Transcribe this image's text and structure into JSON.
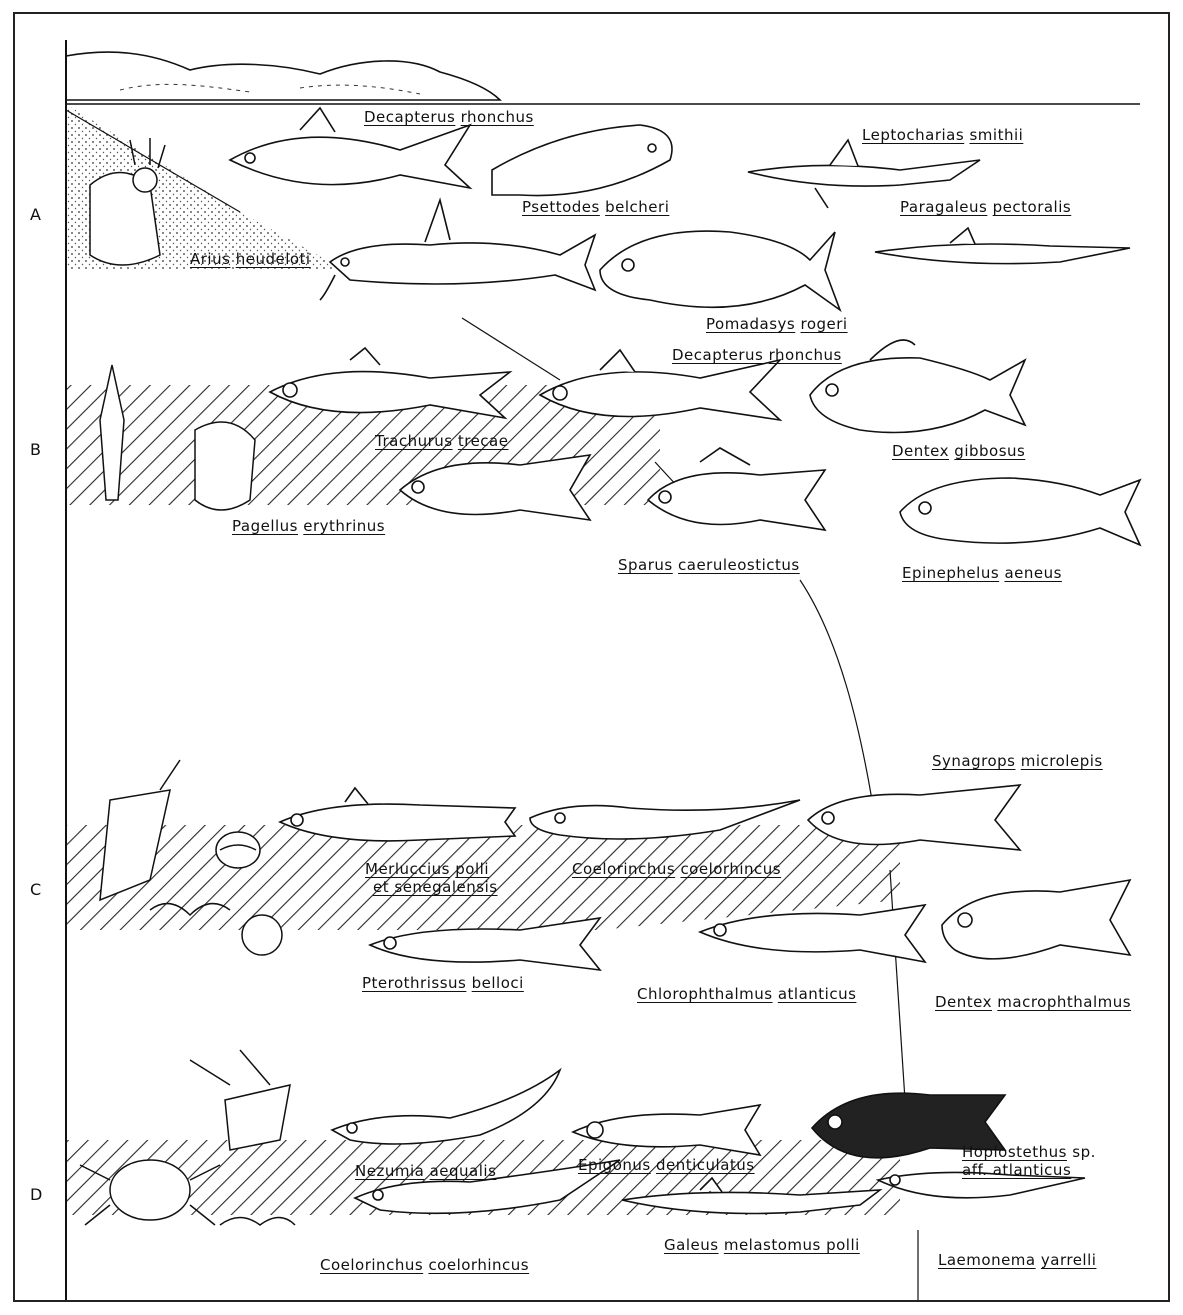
{
  "zones": [
    "A",
    "B",
    "C",
    "D"
  ],
  "species": [
    {
      "genus": "Decapterus",
      "epithet": "rhonchus",
      "extra": ""
    },
    {
      "genus": "Psettodes",
      "epithet": "belcheri",
      "extra": ""
    },
    {
      "genus": "Leptocharias",
      "epithet": "smithii",
      "extra": ""
    },
    {
      "genus": "Paragaleus",
      "epithet": "pectoralis",
      "extra": ""
    },
    {
      "genus": "Arius",
      "epithet": "heudeloti",
      "extra": ""
    },
    {
      "genus": "Pomadasys",
      "epithet": "rogeri",
      "extra": ""
    },
    {
      "genus": "Decapterus",
      "epithet": "rhonchus",
      "extra": ""
    },
    {
      "genus": "Trachurus",
      "epithet": "trecae",
      "extra": ""
    },
    {
      "genus": "Dentex",
      "epithet": "gibbosus",
      "extra": ""
    },
    {
      "genus": "Pagellus",
      "epithet": "erythrinus",
      "extra": ""
    },
    {
      "genus": "Sparus",
      "epithet": "caeruleostictus",
      "extra": ""
    },
    {
      "genus": "Epinephelus",
      "epithet": "aeneus",
      "extra": ""
    },
    {
      "genus": "Synagrops",
      "epithet": "microlepis",
      "extra": ""
    },
    {
      "genus": "Merluccius",
      "epithet": "polli",
      "extra": "et senegalensis"
    },
    {
      "genus": "Coelorinchus",
      "epithet": "coelorhincus",
      "extra": ""
    },
    {
      "genus": "Pterothrissus",
      "epithet": "belloci",
      "extra": ""
    },
    {
      "genus": "Chlorophthalmus",
      "epithet": "atlanticus",
      "extra": ""
    },
    {
      "genus": "Dentex",
      "epithet": "macrophthalmus",
      "extra": ""
    },
    {
      "genus": "Nezumia",
      "epithet": "aequalis",
      "extra": ""
    },
    {
      "genus": "Epigonus",
      "epithet": "denticulatus",
      "extra": ""
    },
    {
      "genus": "Hoplostethus",
      "epithet": "sp.",
      "extra": "aff. atlanticus"
    },
    {
      "genus": "Coelorinchus",
      "epithet": "coelorhincus",
      "extra": ""
    },
    {
      "genus": "Galeus",
      "epithet": "melastomus polli",
      "extra": ""
    },
    {
      "genus": "Laemonema",
      "epithet": "yarrelli",
      "extra": ""
    }
  ]
}
